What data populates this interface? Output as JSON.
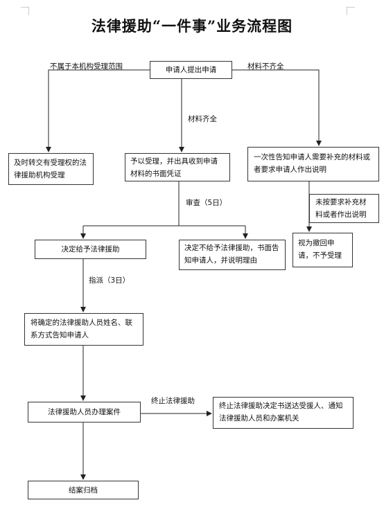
{
  "title": "法律援助“一件事”业务流程图",
  "nodes": {
    "apply": "申请人提出申请",
    "transfer": "及时转交有受理权的法律援助机构受理",
    "accept": "予以受理，并出具收到申请材料的书面凭证",
    "notify_supplement": "一次性告知申请人需要补充的材料或者要求申请人作出说明",
    "withdraw": "视为撤回申请，不予受理",
    "grant": "决定给予法律援助",
    "deny": "决定不给予法律援助，书面告知申请人，并说明理由",
    "inform_lawyer": "将确定的法律援助人员姓名、联系方式告知申请人",
    "handle_case": "法律援助人员办理案件",
    "terminate_notice": "终止法律援助决定书送达受援人、通知法律援助人员和办案机关",
    "close_case": "结案归档"
  },
  "edge_labels": {
    "out_of_scope": "不属于本机构受理范围",
    "incomplete": "材料不齐全",
    "complete": "材料齐全",
    "review": "审查（5日）",
    "not_supplemented": "未按要求补充材料或者作出说明",
    "assign": "指派（3日）",
    "terminate": "终止法律援助"
  }
}
